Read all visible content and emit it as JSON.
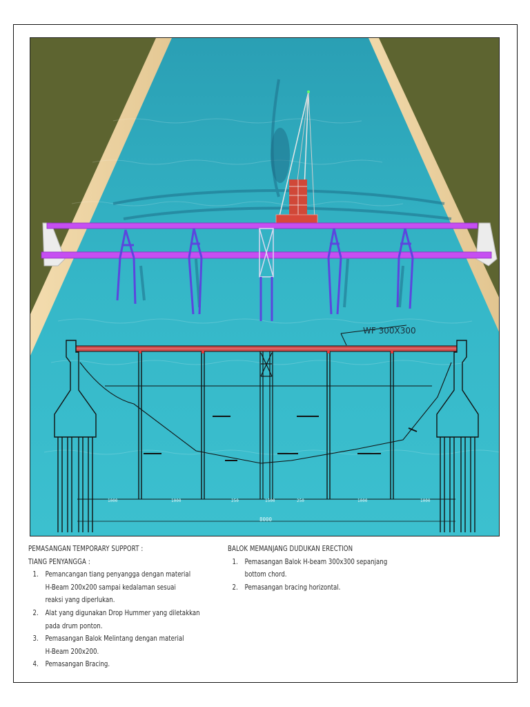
{
  "drawing": {
    "beam_label": "WF 300X300",
    "member_labels": [
      "1000",
      "1000",
      "250",
      "1500",
      "250",
      "1000",
      "1000"
    ],
    "total_span_label": "8000"
  },
  "notes_left": {
    "title": "PEMASANGAN TEMPORARY SUPPORT :",
    "subtitle": "TIANG PENYANGGA :",
    "items": [
      {
        "num": "1.",
        "lines": [
          "Pemancangan tiang penyangga dengan material",
          "H-Beam 200x200 sampai kedalaman sesuai",
          "reaksi yang diperlukan."
        ]
      },
      {
        "num": "2.",
        "lines": [
          "Alat yang digunakan Drop Hummer yang diletakkan",
          "pada drum ponton."
        ]
      },
      {
        "num": "3.",
        "lines": [
          "Pemasangan Balok Melintang dengan material",
          "H-Beam 200x200."
        ]
      },
      {
        "num": "4.",
        "lines": [
          "Pemasangan Bracing."
        ]
      }
    ]
  },
  "notes_right": {
    "title": "BALOK MEMANJANG DUDUKAN ERECTION",
    "items": [
      {
        "num": "1.",
        "lines": [
          "Pemasangan Balok H-beam 300x300 sepanjang",
          "bottom chord."
        ]
      },
      {
        "num": "2.",
        "lines": [
          "Pemasangan bracing horizontal."
        ]
      }
    ]
  },
  "colors": {
    "water": "#2fb0c2",
    "riverbank": "#e8cfa0",
    "grass": "#5f6630",
    "beam_magenta": "#c050ee",
    "pile_blue": "#5a4ad8",
    "top_beam_red": "#e04848",
    "pontoon_red": "#d84838"
  }
}
